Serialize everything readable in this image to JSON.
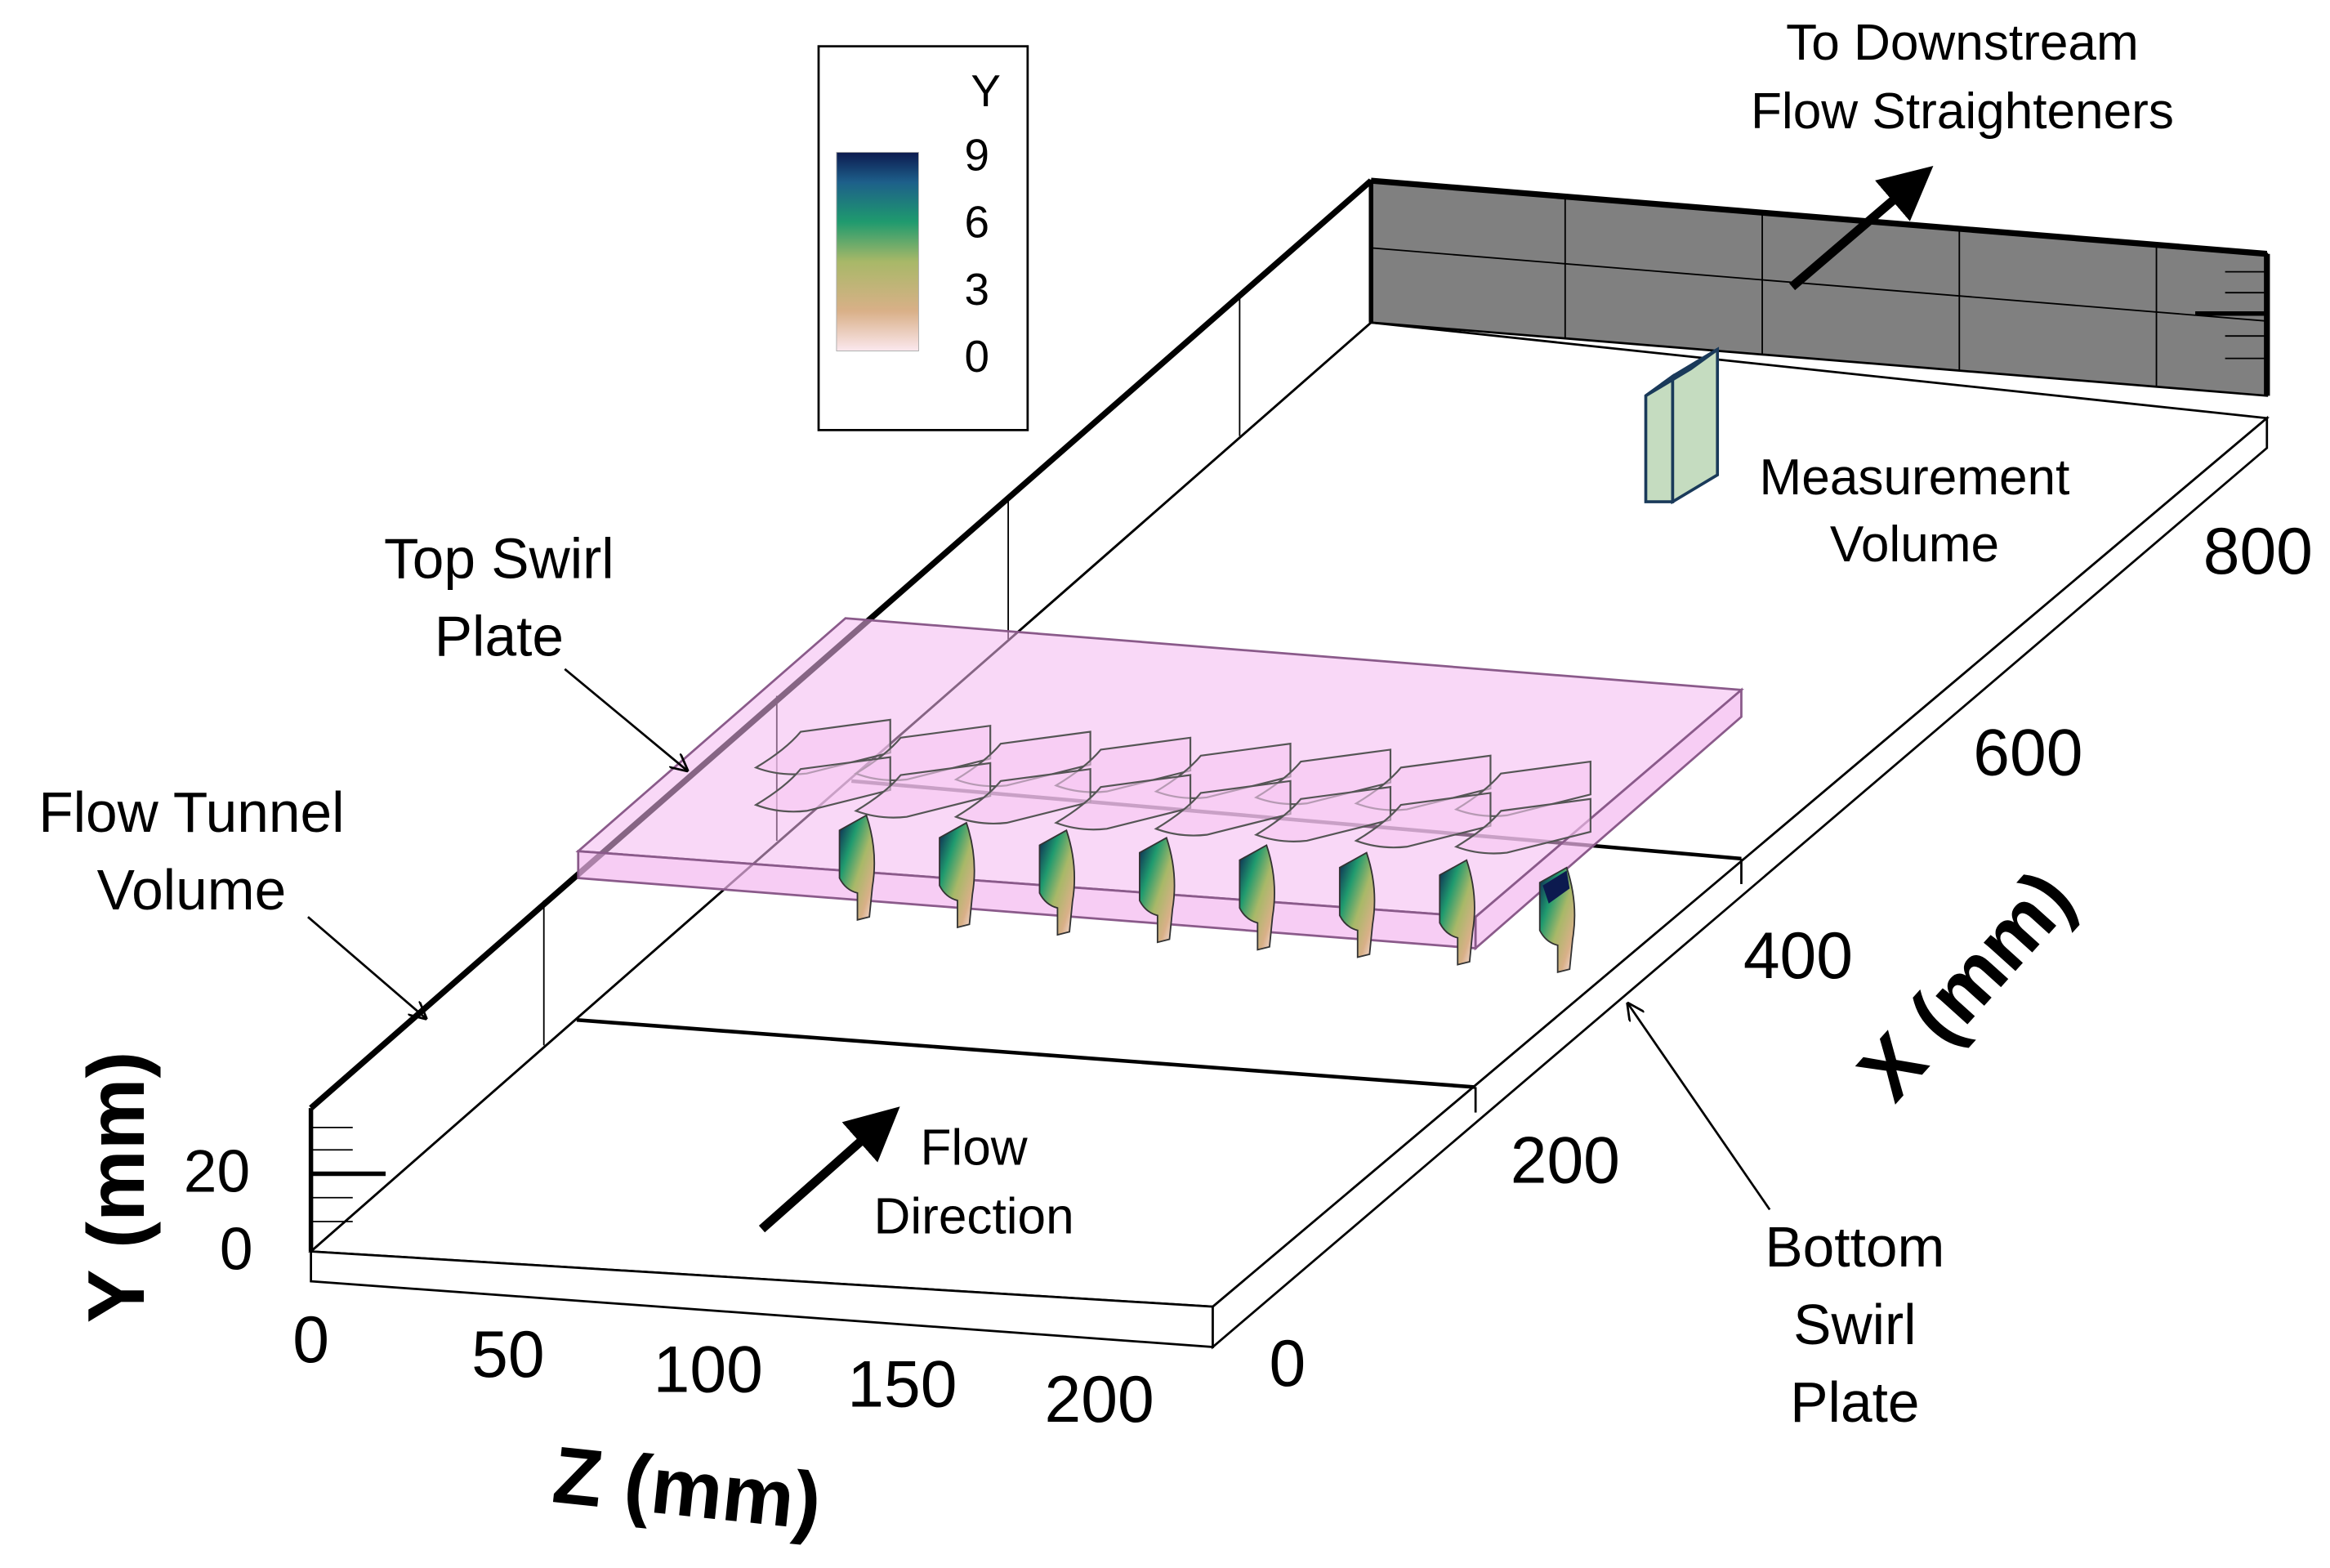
{
  "labels": {
    "to_downstream_line1": "To Downstream",
    "to_downstream_line2": "Flow Straighteners",
    "measurement_line1": "Measurement",
    "measurement_line2": "Volume",
    "top_swirl_line1": "Top Swirl",
    "top_swirl_line2": "Plate",
    "flow_tunnel_line1": "Flow Tunnel",
    "flow_tunnel_line2": "Volume",
    "flow_dir_line1": "Flow",
    "flow_dir_line2": "Direction",
    "bottom_swirl_line1": "Bottom",
    "bottom_swirl_line2": "Swirl",
    "bottom_swirl_line3": "Plate"
  },
  "axes": {
    "x_title": "X (mm)",
    "y_title": "Y (mm)",
    "z_title": "Z (mm)",
    "x_ticks": [
      "0",
      "200",
      "400",
      "600",
      "800"
    ],
    "y_ticks": [
      "0",
      "20"
    ],
    "z_ticks": [
      "0",
      "50",
      "100",
      "150",
      "200"
    ]
  },
  "colorbar": {
    "title": "Y",
    "ticks": [
      "9",
      "6",
      "3",
      "0"
    ],
    "colors": [
      "#fbe8ee",
      "#d9b088",
      "#a8b868",
      "#1f9a6e",
      "#1d5f8a",
      "#0c1a4f"
    ]
  },
  "colors": {
    "swirl_plate": "#f4b8f0",
    "outlet_face": "#808080",
    "measurement_volume": "#c5dcc0"
  }
}
